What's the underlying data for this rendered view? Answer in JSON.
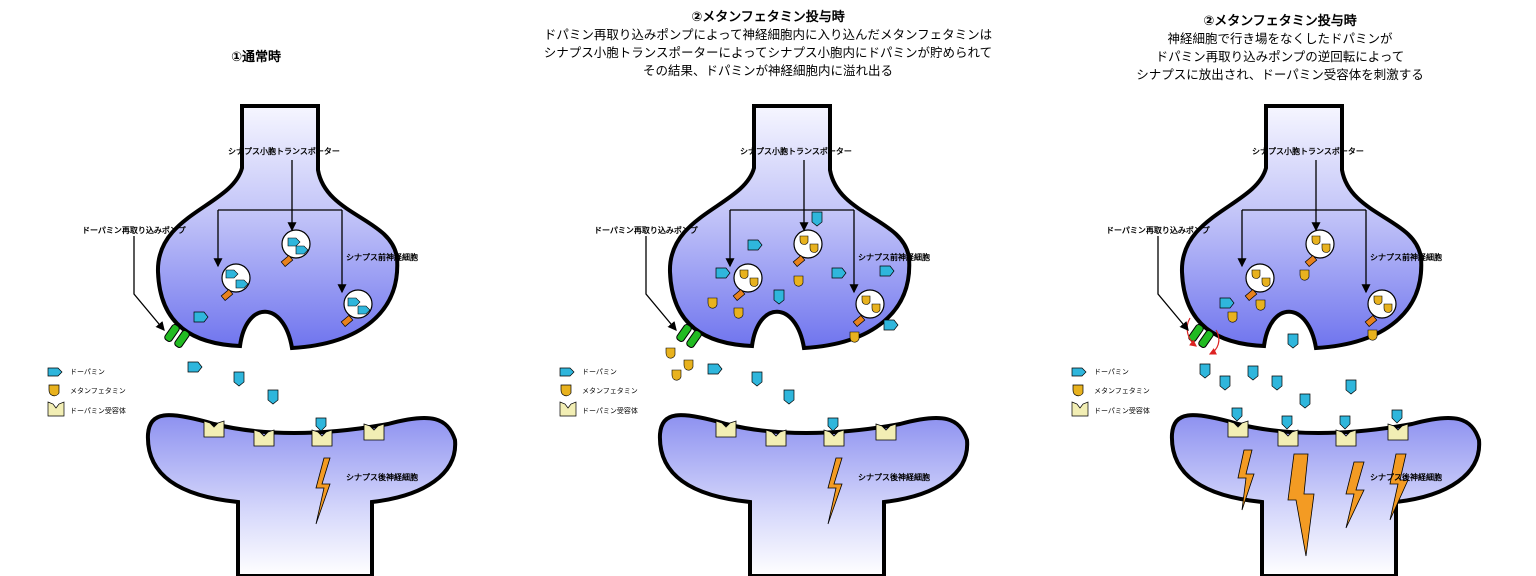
{
  "colors": {
    "neuron_fill_top": "#f4f4ff",
    "neuron_fill_bottom": "#7378ee",
    "outline": "#000000",
    "dopamine": "#2fb6dc",
    "methamphetamine": "#e8b21e",
    "receptor": "#f2eeb4",
    "pump": "#22bb22",
    "transporter": "#e8821c",
    "signal": "#f39b23",
    "reverse_arrow": "#dd2222"
  },
  "legend": {
    "dopamine": "ドーパミン",
    "methamphetamine": "メタンフェタミン",
    "receptor": "ドーパミン受容体"
  },
  "labels": {
    "vesicle_transporter": "シナプス小胞トランスポーター",
    "reuptake_pump": "ドーパミン再取り込みポンプ",
    "presynaptic": "シナプス前神経細胞",
    "postsynaptic": "シナプス後神経細胞"
  },
  "panels": [
    {
      "title": "①通常時",
      "desc_lines": []
    },
    {
      "title": "②メタンフェタミン投与時",
      "desc_lines": [
        "ドパミン再取り込みポンプによって神経細胞内に入り込んだメタンフェタミンは",
        "シナプス小胞トランスポーターによってシナプス小胞内にドパミンが貯められて",
        "その結果、ドパミンが神経細胞内に溢れ出る"
      ]
    },
    {
      "title": "②メタンフェタミン投与時",
      "desc_lines": [
        "神経細胞で行き場をなくしたドパミンが",
        "ドパミン再取り込みポンプの逆回転によって",
        "シナプスに放出され、ドーパミン受容体を刺激する"
      ]
    }
  ]
}
